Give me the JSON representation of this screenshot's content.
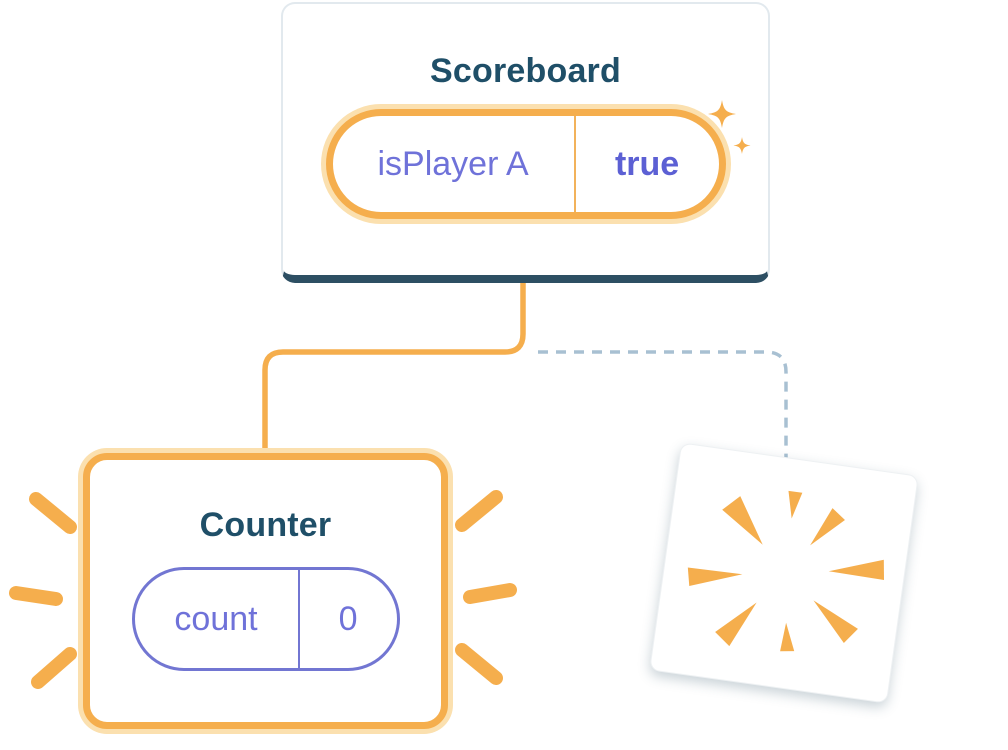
{
  "diagram": {
    "scoreboard": {
      "title": "Scoreboard",
      "state_key": "isPlayer A",
      "state_value": "true"
    },
    "counter": {
      "title": "Counter",
      "state_key": "count",
      "state_value": "0"
    }
  },
  "icons": {
    "sparkle": "sparkle-icon",
    "poof": "poof-burst-icon",
    "emphasis": "emphasis-burst-icon"
  },
  "colors": {
    "orange": "#F5AE4D",
    "orange_glow": "#FBE0AF",
    "purple": "#6F72D9",
    "purple_bold": "#5C60D4",
    "heading": "#1F4F68",
    "card_edge_dark": "#2D4F63",
    "dashed_connector": "#A8C0D2",
    "background": "#FFFFFF"
  }
}
